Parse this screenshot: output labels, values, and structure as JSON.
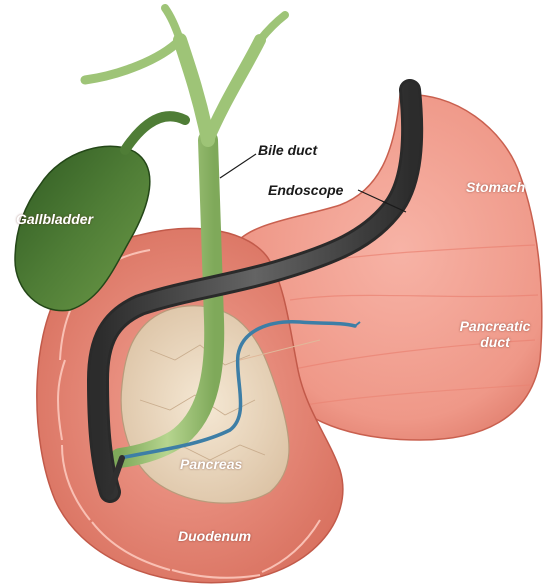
{
  "labels": {
    "bile_duct": "Bile duct",
    "endoscope": "Endoscope",
    "stomach": "Stomach",
    "gallbladder": "Gallbladder",
    "pancreatic_duct_line1": "Pancreatic",
    "pancreatic_duct_line2": "duct",
    "pancreas": "Pancreas",
    "duodenum": "Duodenum"
  },
  "colors": {
    "background": "#ffffff",
    "stomach": "#f2a195",
    "duodenum": "#ec8d7e",
    "pancreas": "#efdcc4",
    "bile_duct": "#9ec477",
    "gallbladder": "#3f6a2e",
    "endoscope": "#4a4a4a",
    "pancreatic_duct": "#3d7ea6"
  }
}
